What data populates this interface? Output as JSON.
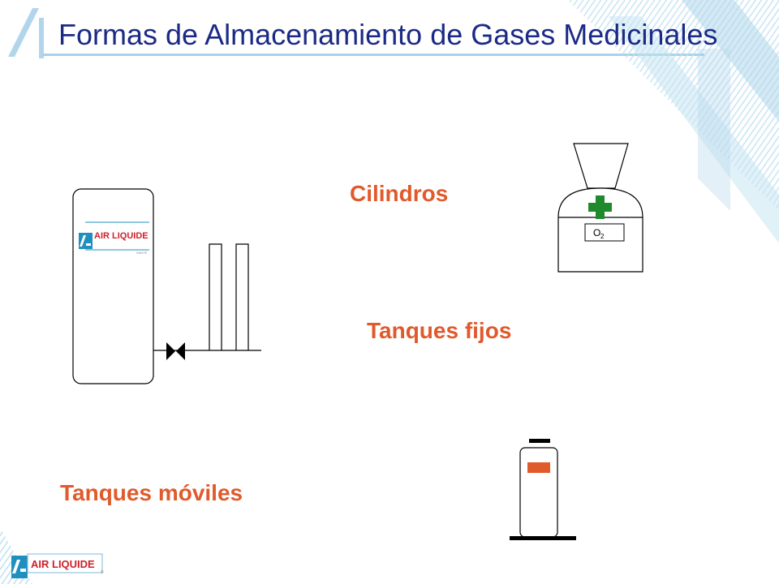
{
  "slide": {
    "title": "Formas de Almacenamiento de Gases Medicinales"
  },
  "labels": {
    "cilindros": "Cilindros",
    "tanques_fijos": "Tanques fijos",
    "tanques_moviles": "Tanques móviles"
  },
  "tank": {
    "brand": "AIR LIQUIDE",
    "small_text": "SANTÉ"
  },
  "cylinder": {
    "gas_main": "O",
    "gas_sub": "2"
  },
  "footer": {
    "brand": "AIR LIQUIDE",
    "reg": "®"
  },
  "colors": {
    "title": "#1b2a85",
    "labels": "#e05a2b",
    "brand_blue": "#1f8fbf",
    "brand_red": "#d0202a",
    "cross_green": "#1f8a2c",
    "mobile_tag": "#e05a2b"
  },
  "icons": [
    "air-liquide-logo-icon",
    "medical-cross-icon",
    "valve-icon"
  ]
}
